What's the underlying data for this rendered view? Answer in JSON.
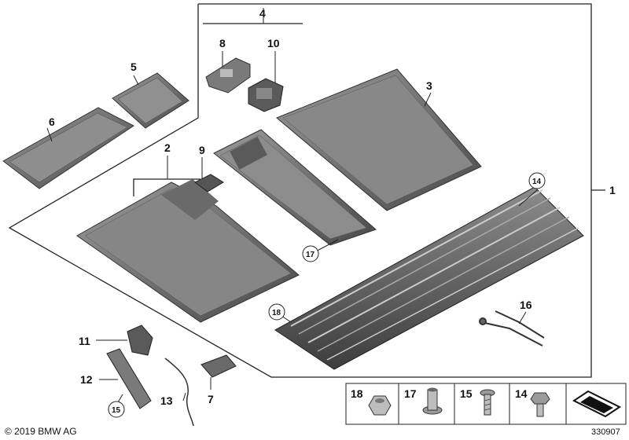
{
  "diagram": {
    "callouts": {
      "c1": "1",
      "c2": "2",
      "c3": "3",
      "c4": "4",
      "c5": "5",
      "c6": "6",
      "c7": "7",
      "c8": "8",
      "c9": "9",
      "c10": "10",
      "c11": "11",
      "c12": "12",
      "c13": "13",
      "c14": "14",
      "c15": "15",
      "c16": "16",
      "c17": "17",
      "c18": "18"
    },
    "legend": {
      "items": [
        {
          "number": "18",
          "part": "nut"
        },
        {
          "number": "17",
          "part": "rivet-nut"
        },
        {
          "number": "15",
          "part": "screw"
        },
        {
          "number": "14",
          "part": "bolt"
        }
      ],
      "trailing_icon": "kit-arrow-icon"
    },
    "copyright": "© 2019 BMW AG",
    "catalog_number": "330907"
  }
}
